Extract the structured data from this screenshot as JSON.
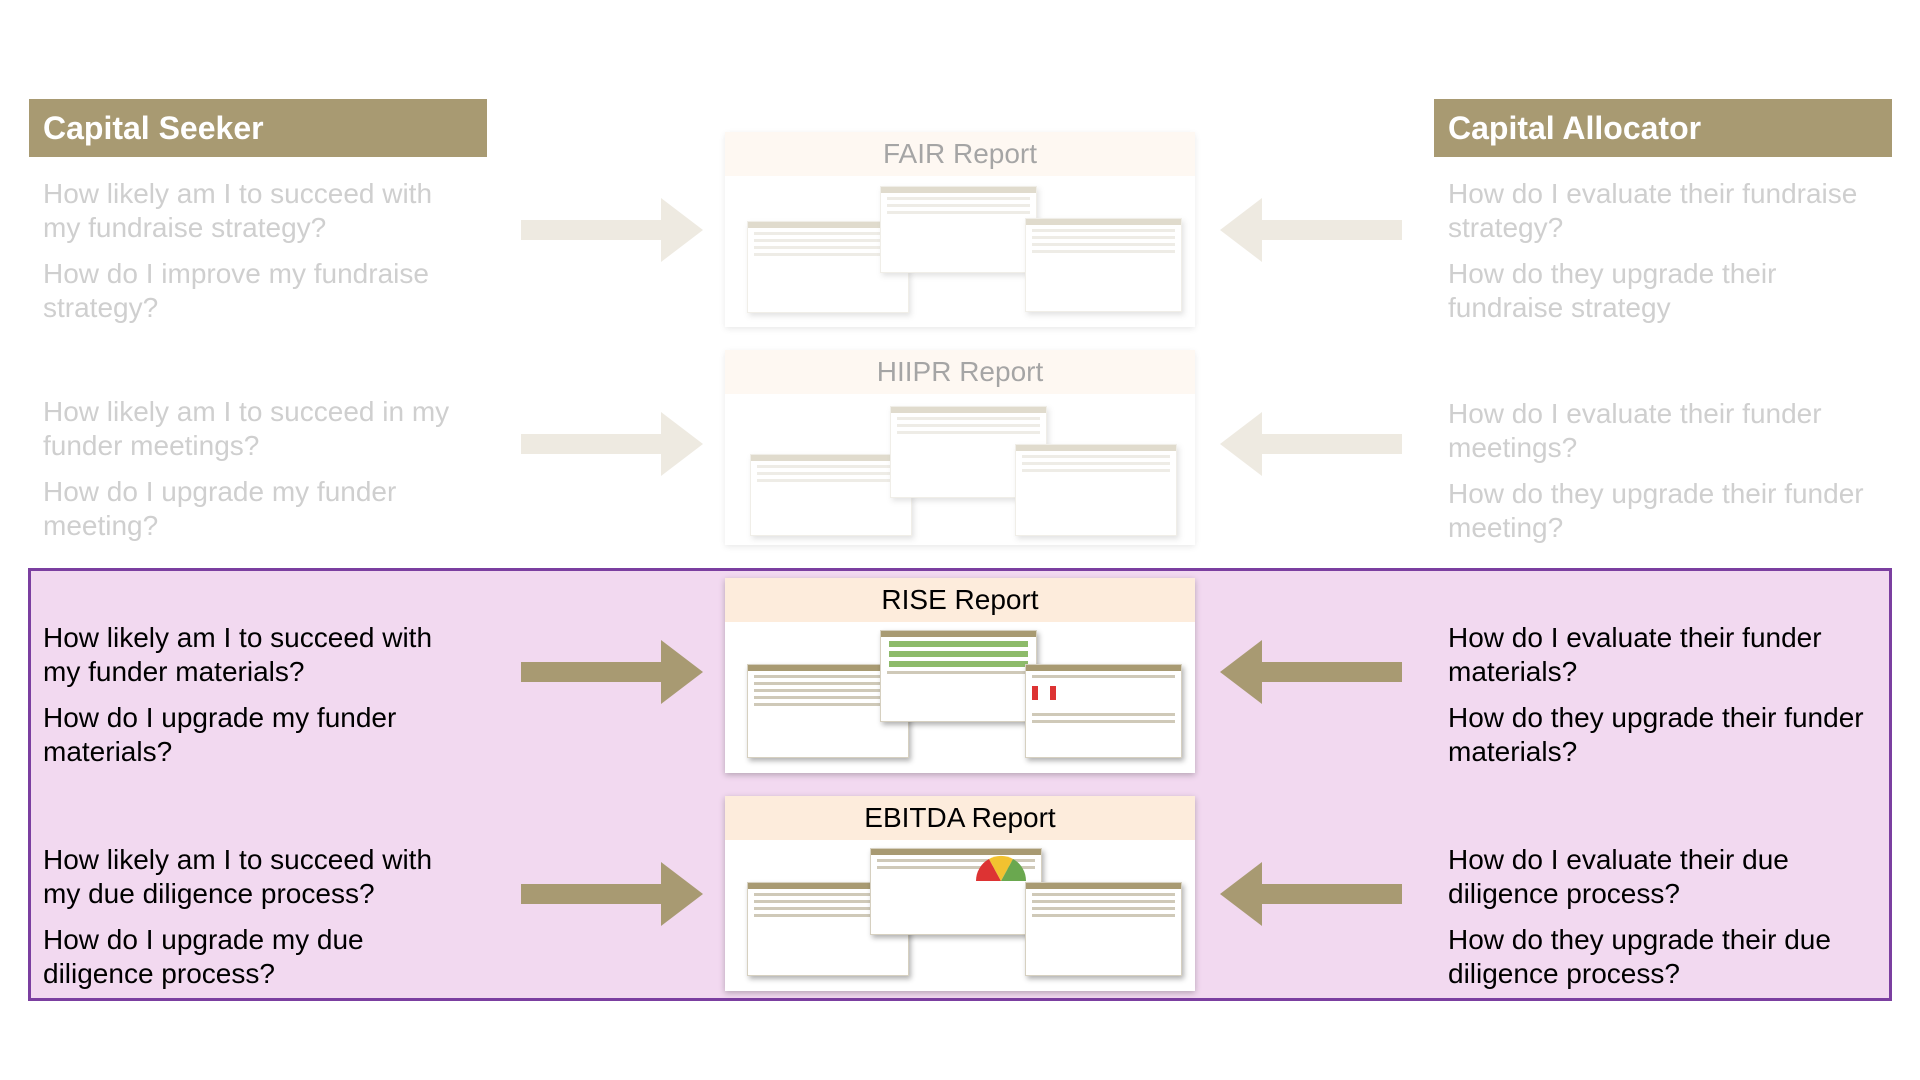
{
  "headers": {
    "seeker": "Capital Seeker",
    "allocator": "Capital Allocator"
  },
  "rows": [
    {
      "report": "FAIR Report",
      "active": false,
      "seeker": [
        "How likely am I to succeed with my fundraise strategy?",
        "How do I improve my fundraise strategy?"
      ],
      "allocator": [
        "How do I evaluate their fundraise strategy?",
        "How do they upgrade their fundraise strategy"
      ]
    },
    {
      "report": "HIIPR Report",
      "active": false,
      "seeker": [
        "How likely am I to succeed in my funder meetings?",
        "How do I upgrade my funder meeting?"
      ],
      "allocator": [
        "How do I evaluate their funder meetings?",
        "How do they upgrade their funder meeting?"
      ]
    },
    {
      "report": "RISE Report",
      "active": true,
      "seeker": [
        "How likely am I to succeed with my funder materials?",
        "How do I upgrade my funder materials?"
      ],
      "allocator": [
        "How do I evaluate their funder materials?",
        "How do they upgrade their funder materials?"
      ]
    },
    {
      "report": "EBITDA Report",
      "active": true,
      "seeker": [
        "How likely am I to succeed with my due diligence process?",
        "How do I upgrade my due diligence process?"
      ],
      "allocator": [
        "How do I evaluate their due diligence process?",
        "How do they upgrade their due diligence process?"
      ]
    }
  ],
  "colors": {
    "header": "#a89a72",
    "arrow_active": "#a89a72",
    "arrow_faded": "#eeeae1",
    "highlight_bg": "#f2d9f0",
    "highlight_border": "#7b3fa0"
  }
}
